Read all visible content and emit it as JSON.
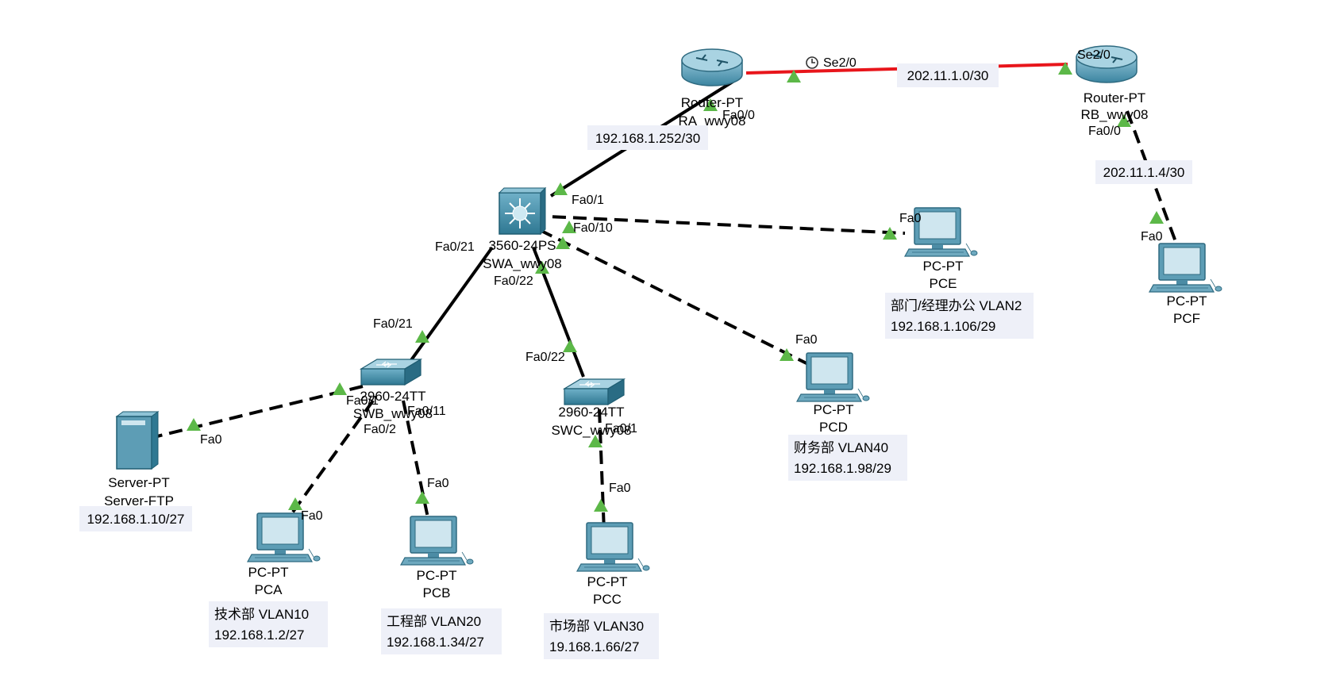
{
  "colors": {
    "link": "#000000",
    "serial": "#e8151b",
    "port_up": "#5cb848",
    "note_bg": "#eef0f8",
    "device_blue": "#3f8fa8"
  },
  "devices": {
    "router_a": {
      "type": "router-icon",
      "name_line1": "Router-PT",
      "name_line2": "RA_wwy08",
      "port_fa": "Fa0/0",
      "port_se": "Se2/0"
    },
    "router_b": {
      "type": "router-icon",
      "name_line1": "Router-PT",
      "name_line2": "RB_wwy08",
      "port_fa": "Fa0/0",
      "port_se": "Se2/0"
    },
    "swa": {
      "type": "multilayer-switch-icon",
      "name_line1": "3560-24PS",
      "name_line2": "SWA_wwy08",
      "port_up": "Fa0/1",
      "port_pce": "Fa0/10",
      "port_swb": "Fa0/21",
      "port_swc": "Fa0/22"
    },
    "swb": {
      "type": "switch-icon",
      "name_line1": "2960-24TT",
      "name_line2": "SWB_wwy08",
      "port_up": "Fa0/21",
      "port_server": "Fa0/1",
      "port_pca": "Fa0/2",
      "port_pcb": "Fa0/11"
    },
    "swc": {
      "type": "switch-icon",
      "name_line1": "2960-24TT",
      "name_line2": "SWC_wwy08",
      "port_up": "Fa0/22",
      "port_pcc": "Fa0/1"
    },
    "server": {
      "type": "server-icon",
      "name_line1": "Server-PT",
      "name_line2": "Server-FTP",
      "port": "Fa0"
    },
    "pca": {
      "type": "pc-icon",
      "name_line1": "PC-PT",
      "name_line2": "PCA",
      "port": "Fa0"
    },
    "pcb": {
      "type": "pc-icon",
      "name_line1": "PC-PT",
      "name_line2": "PCB",
      "port": "Fa0"
    },
    "pcc": {
      "type": "pc-icon",
      "name_line1": "PC-PT",
      "name_line2": "PCC",
      "port": "Fa0"
    },
    "pcd": {
      "type": "pc-icon",
      "name_line1": "PC-PT",
      "name_line2": "PCD",
      "port": "Fa0"
    },
    "pce": {
      "type": "pc-icon",
      "name_line1": "PC-PT",
      "name_line2": "PCE",
      "port": "Fa0"
    },
    "pcf": {
      "type": "pc-icon",
      "name_line1": "PC-PT",
      "name_line2": "PCF",
      "port": "Fa0"
    }
  },
  "notes": {
    "wan": "202.11.1.0/30",
    "ra_swa": "192.168.1.252/30",
    "rb_pcf": "202.11.1.4/30",
    "server": "192.168.1.10/27",
    "pca_line1": "技术部 VLAN10",
    "pca_line2": "192.168.1.2/27",
    "pcb_line1": "工程部 VLAN20",
    "pcb_line2": "192.168.1.34/27",
    "pcc_line1": "市场部 VLAN30",
    "pcc_line2": "19.168.1.66/27",
    "pcd_line1": "财务部 VLAN40",
    "pcd_line2": "192.168.1.98/29",
    "pce_line1": "部门/经理办公 VLAN2",
    "pce_line2": "192.168.1.106/29"
  }
}
